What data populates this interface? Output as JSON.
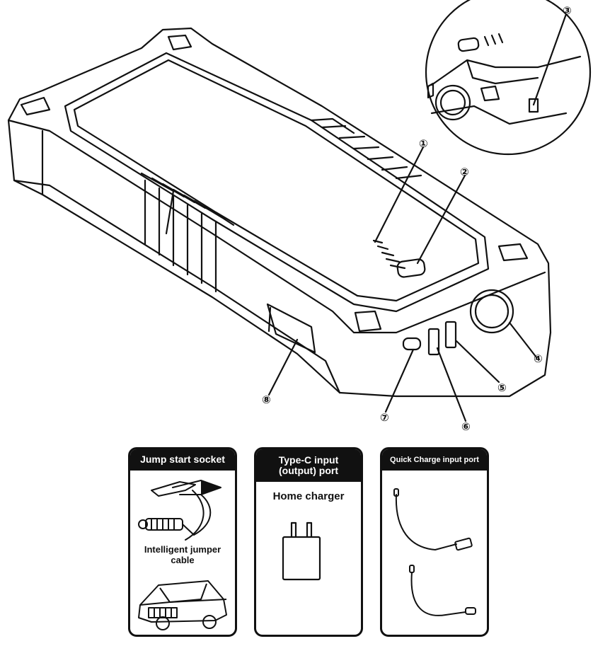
{
  "callouts": [
    "①",
    "②",
    "③",
    "④",
    "⑤",
    "⑥",
    "⑦",
    "⑧"
  ],
  "cards": [
    {
      "title": "Jump start socket",
      "caption": "Intelligent jumper cable"
    },
    {
      "title": "Type-C input (output) port",
      "caption": "Home charger"
    },
    {
      "title": "Quick Charge input port"
    }
  ],
  "colors": {
    "stroke": "#111111",
    "background": "#ffffff",
    "header": "#111111"
  },
  "icons": [
    "jumper-clamp-icon",
    "car-icon",
    "wall-charger-icon",
    "usb-cable-icon"
  ]
}
